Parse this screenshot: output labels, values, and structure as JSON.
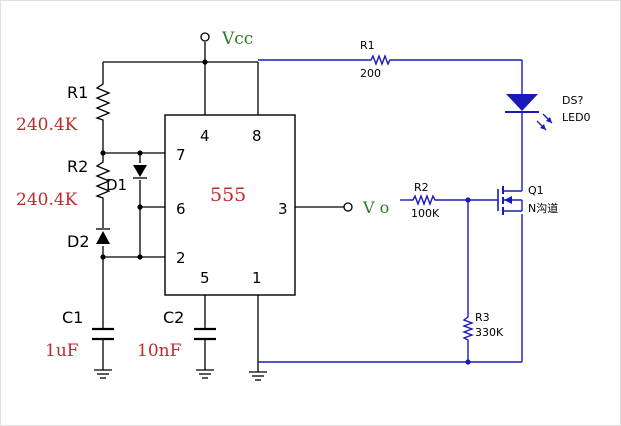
{
  "components": {
    "vcc_label": "Vcc",
    "r1_left": {
      "designator": "R1",
      "value": "240.4K"
    },
    "r2_left": {
      "designator": "R2",
      "value": "240.4K"
    },
    "d1": {
      "designator": "D1"
    },
    "d2": {
      "designator": "D2"
    },
    "c1": {
      "designator": "C1",
      "value": "1uF"
    },
    "c2": {
      "designator": "C2",
      "value": "10nF"
    },
    "ic": {
      "name": "555",
      "pins": {
        "p4": "4",
        "p8": "8",
        "p7": "7",
        "p6": "6",
        "p2": "2",
        "p5": "5",
        "p1": "1",
        "p3": "3"
      }
    },
    "vo_label": "V o",
    "r1_right": {
      "designator": "R1",
      "value": "200"
    },
    "r2_right": {
      "designator": "R2",
      "value": "100K"
    },
    "r3": {
      "designator": "R3",
      "value": "330K"
    },
    "led": {
      "designator": "DS?",
      "value": "LED0"
    },
    "q1": {
      "designator": "Q1",
      "value": "N沟道"
    }
  },
  "colors": {
    "wire_black": "#000000",
    "wire_blue": "#1a1ab8",
    "label_red": "#c0282d",
    "label_green": "#2a7a2a",
    "led_fill": "#1a1ab8",
    "border": "#e0e0e0"
  }
}
